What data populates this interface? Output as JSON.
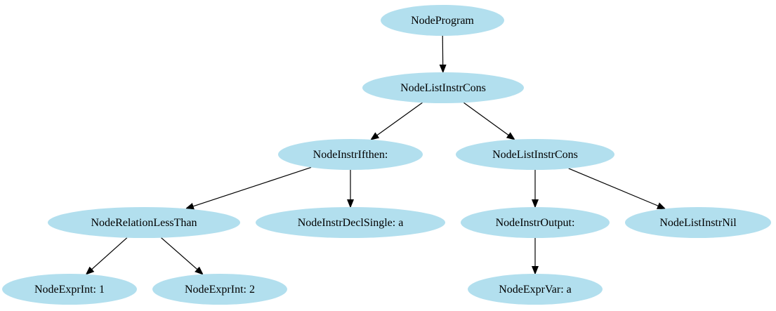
{
  "diagram": {
    "node_color": "#b2dfee",
    "edge_color": "#000000",
    "nodes": [
      {
        "id": "n0",
        "label": "NodeProgram"
      },
      {
        "id": "n1",
        "label": "NodeListInstrCons"
      },
      {
        "id": "n2",
        "label": "NodeInstrIfthen:"
      },
      {
        "id": "n3",
        "label": "NodeListInstrCons"
      },
      {
        "id": "n4",
        "label": "NodeRelationLessThan"
      },
      {
        "id": "n5",
        "label": "NodeInstrDeclSingle: a"
      },
      {
        "id": "n6",
        "label": "NodeInstrOutput:"
      },
      {
        "id": "n7",
        "label": "NodeListInstrNil"
      },
      {
        "id": "n8",
        "label": "NodeExprInt: 1"
      },
      {
        "id": "n9",
        "label": "NodeExprInt: 2"
      },
      {
        "id": "n10",
        "label": "NodeExprVar: a"
      }
    ],
    "edges": [
      {
        "from": "n0",
        "to": "n1"
      },
      {
        "from": "n1",
        "to": "n2"
      },
      {
        "from": "n1",
        "to": "n3"
      },
      {
        "from": "n2",
        "to": "n4"
      },
      {
        "from": "n2",
        "to": "n5"
      },
      {
        "from": "n3",
        "to": "n6"
      },
      {
        "from": "n3",
        "to": "n7"
      },
      {
        "from": "n4",
        "to": "n8"
      },
      {
        "from": "n4",
        "to": "n9"
      },
      {
        "from": "n6",
        "to": "n10"
      }
    ]
  }
}
